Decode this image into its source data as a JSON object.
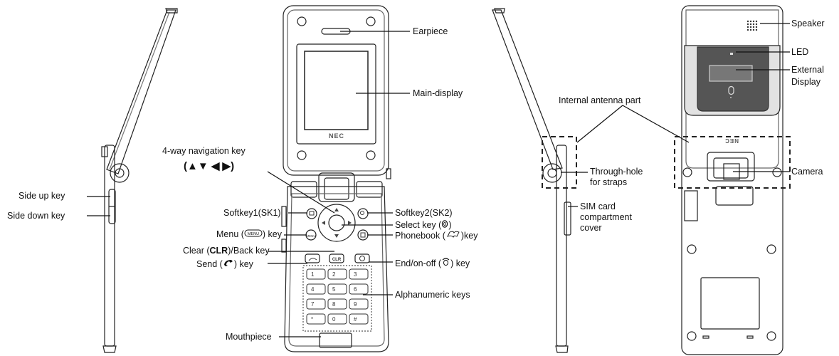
{
  "labels": {
    "earpiece": "Earpiece",
    "main_display": "Main-display",
    "nav_key_line1": "4-way navigation key",
    "nav_key_line2": "(▲▼ ◀ ▶)",
    "side_up_key": "Side up key",
    "side_down_key": "Side down key",
    "softkey1": "Softkey1(SK1)",
    "softkey2": "Softkey2(SK2)",
    "select_key_before": "Select key (",
    "select_key_after": ")",
    "menu_key_before": "Menu (",
    "menu_key_after": ") key",
    "phonebook_key_before": "Phonebook (",
    "phonebook_key_after": ")key",
    "clear_key_before": "Clear (",
    "clear_key_bold": "CLR",
    "clear_key_after": ")/Back key",
    "end_key_before": "End/on-off (",
    "end_key_after": ") key",
    "send_key_before": "Send (",
    "send_key_after": ") key",
    "alphanumeric_keys": "Alphanumeric keys",
    "mouthpiece": "Mouthpiece",
    "internal_antenna": "Internal antenna part",
    "through_hole_line1": "Through-hole",
    "through_hole_line2": "for straps",
    "sim_cover_line1": "SIM card",
    "sim_cover_line2": "compartment",
    "sim_cover_line3": "cover",
    "speaker": "Speaker",
    "led": "LED",
    "external_display_line1": "External",
    "external_display_line2": "Display",
    "camera": "Camera"
  },
  "phone": {
    "brand": "NEC",
    "back_brand": "NEC",
    "keypad_rows": [
      [
        "1",
        "2",
        "3"
      ],
      [
        "4",
        "5",
        "6"
      ],
      [
        "7",
        "8",
        "9"
      ],
      [
        "*",
        "0",
        "#"
      ]
    ],
    "key_glyph_menu": "MENU",
    "key_glyph_clr": "CLR"
  }
}
